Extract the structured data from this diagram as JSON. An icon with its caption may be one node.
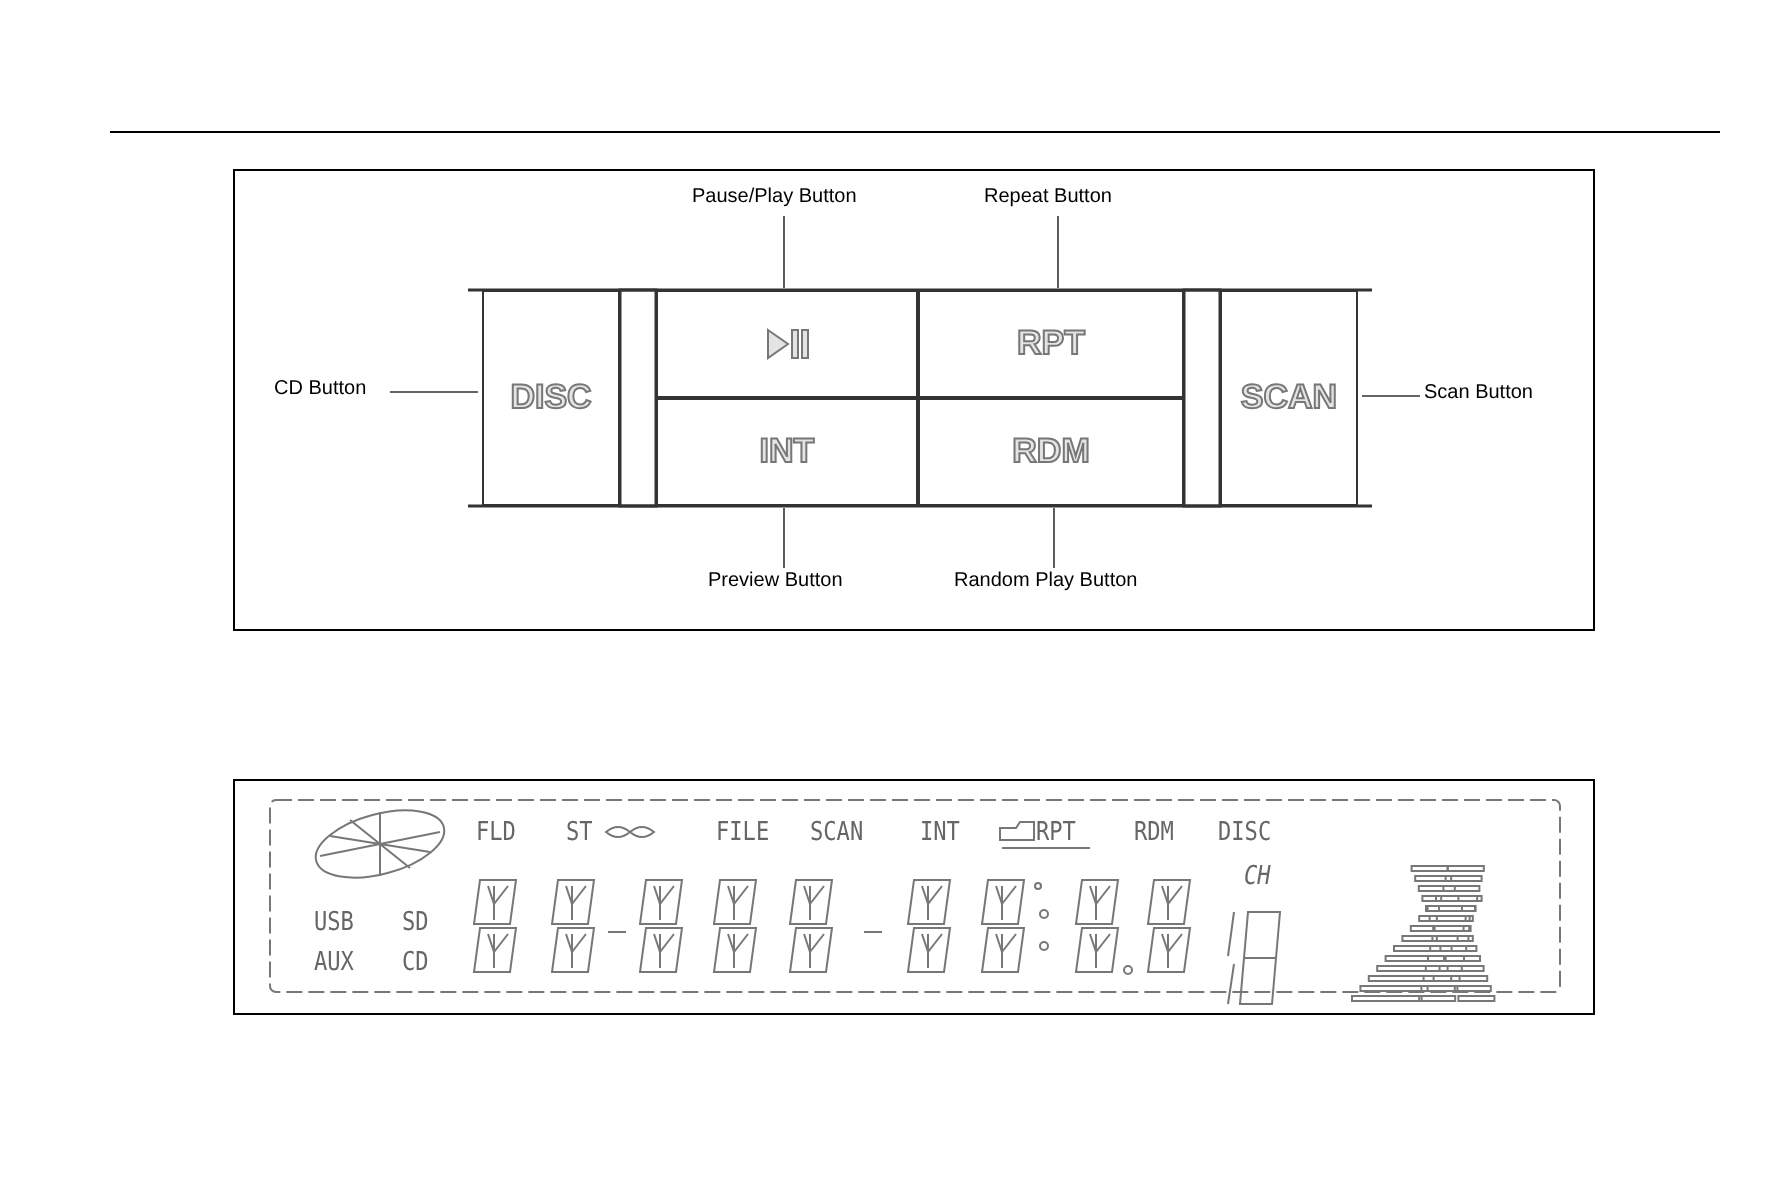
{
  "diagram": {
    "nodes": [
      {
        "text": [
          "CD Button"
        ]
      },
      {
        "text": [
          "DISC"
        ]
      },
      {
        "text": [
          "Pause/Play Button"
        ]
      },
      {
        "text": [],
        "shape": "box"
      },
      {
        "text": [
          "Repeat Button"
        ]
      },
      {
        "text": [
          "RPT"
        ]
      },
      {
        "text": [
          "Preview Button"
        ]
      },
      {
        "text": [
          "INT"
        ]
      },
      {
        "text": [
          "Random Play Button"
        ]
      },
      {
        "text": [
          "RDM"
        ]
      },
      {
        "text": [
          "Scan Button"
        ]
      },
      {
        "text": [
          "SCAN"
        ]
      }
    ],
    "edges": [
      {
        "from": 0,
        "to": 1,
        "arrow": "none"
      },
      {
        "from": 2,
        "to": 3,
        "arrow": "none"
      },
      {
        "from": 4,
        "to": 5,
        "arrow": "none"
      },
      {
        "from": 6,
        "to": 7,
        "arrow": "none"
      },
      {
        "from": 8,
        "to": 9,
        "arrow": "none"
      },
      {
        "from": 10,
        "to": 11,
        "arrow": "none"
      }
    ],
    "labels": [
      "FLD",
      "ST",
      "FILE",
      "SCAN",
      "INT",
      "RPT",
      "RDM",
      "DISC",
      "CH",
      "USB",
      "SD",
      "AUX",
      "CD"
    ]
  }
}
